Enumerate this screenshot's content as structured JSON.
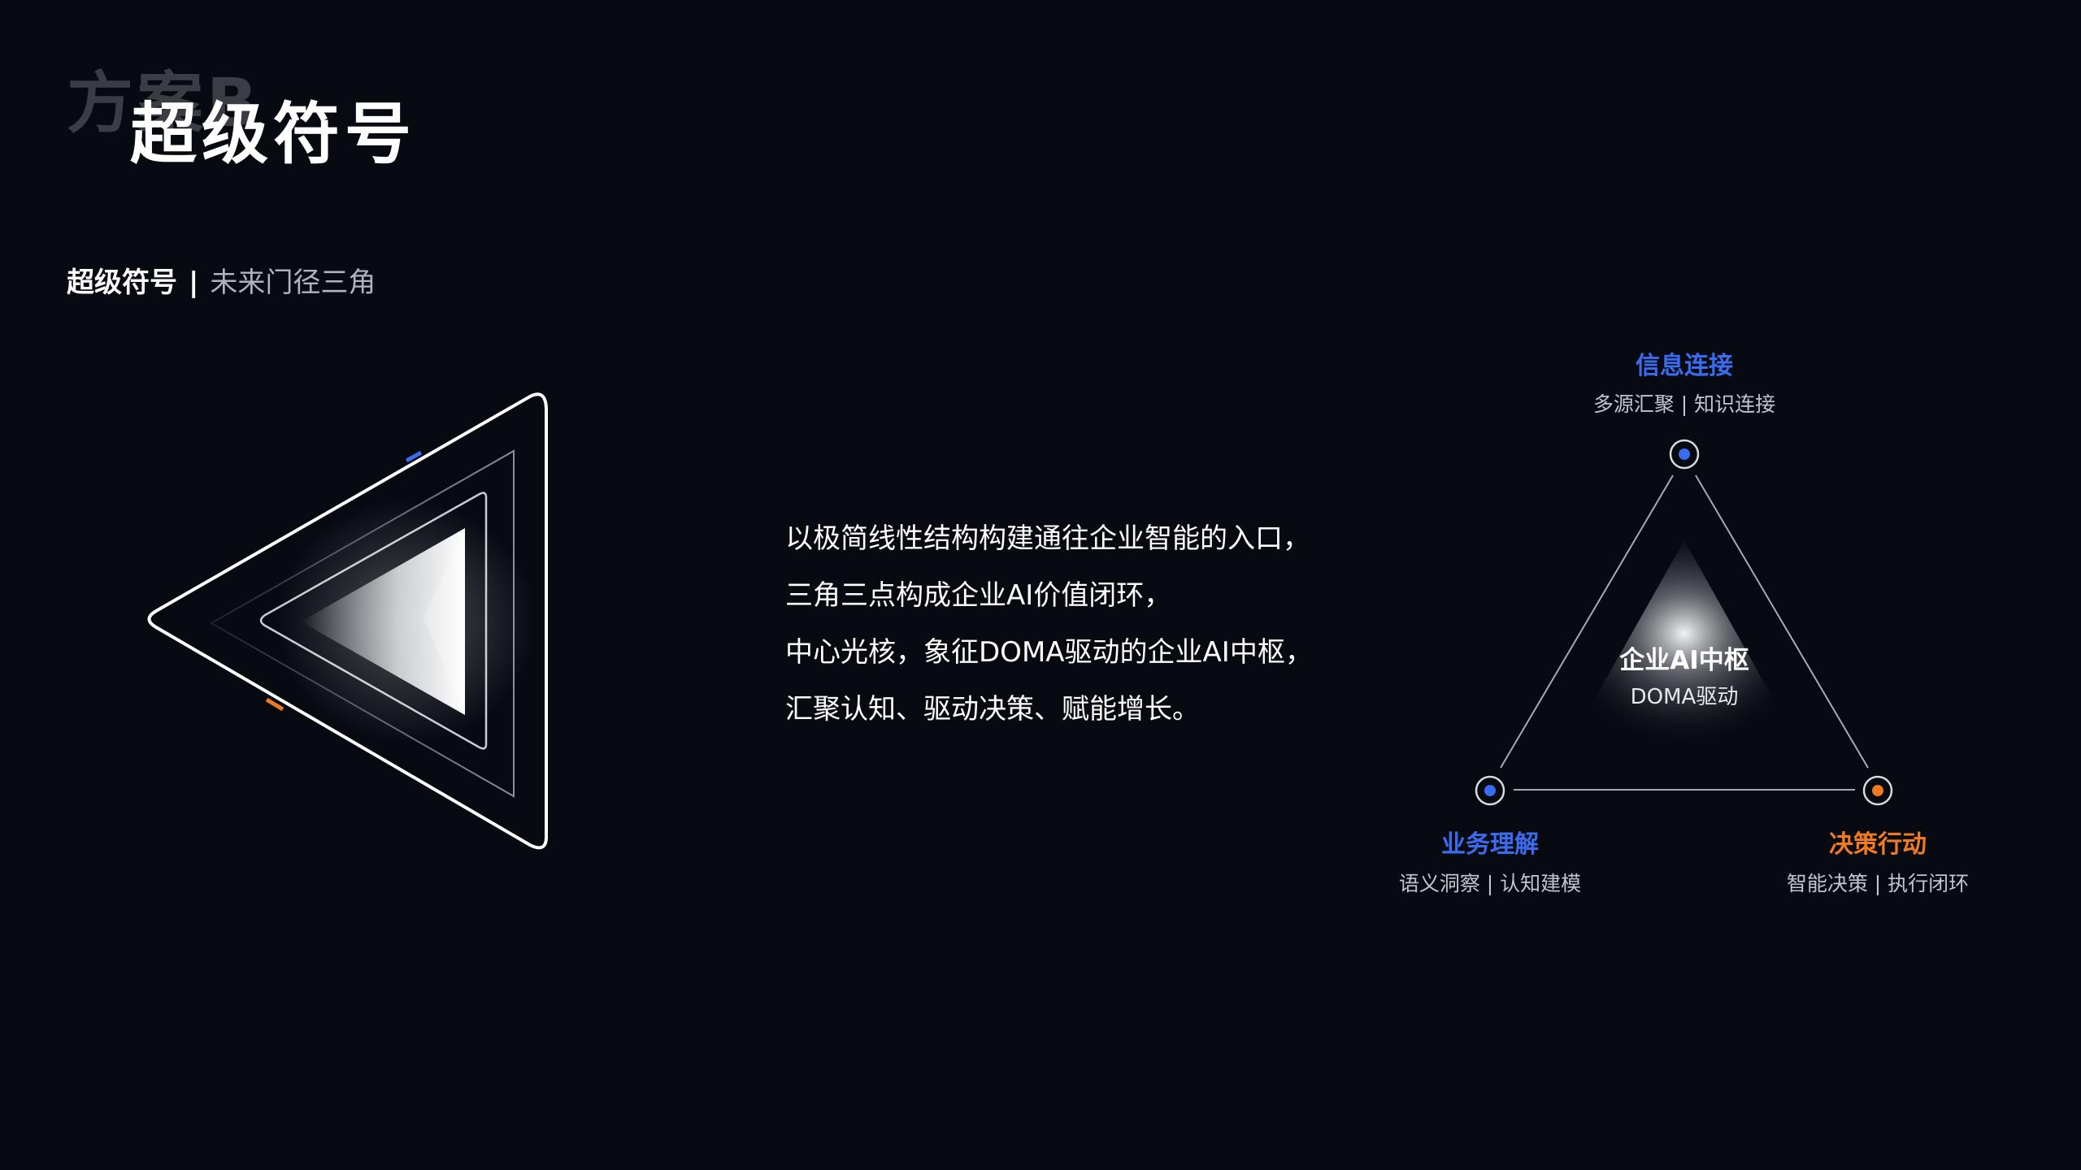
{
  "header": {
    "bg_title": "方案B",
    "title": "超级符号"
  },
  "subtitle": {
    "strong": "超级符号",
    "separator": "|",
    "muted": "未来门径三角"
  },
  "description": {
    "lines": [
      "以极简线性结构构建通往企业智能的入口，",
      "三角三点构成企业AI价值闭环，",
      "中心光核，象征DOMA驱动的企业AI中枢，",
      "汇聚认知、驱动决策、赋能增长。"
    ]
  },
  "diagram": {
    "center": {
      "title": "企业AI中枢",
      "subtitle": "DOMA驱动"
    },
    "nodes": {
      "top": {
        "title": "信息连接",
        "subtitle": "多源汇聚 | 知识连接",
        "color": "#3b6cf0"
      },
      "left": {
        "title": "业务理解",
        "subtitle": "语义洞察 | 认知建模",
        "color": "#3b6cf0"
      },
      "right": {
        "title": "决策行动",
        "subtitle": "智能决策 | 执行闭环",
        "color": "#f07a22"
      }
    }
  },
  "colors": {
    "background": "#070a11",
    "accent_blue": "#3b6cf0",
    "accent_orange": "#f07a22",
    "muted_text": "#b0b3ba"
  }
}
